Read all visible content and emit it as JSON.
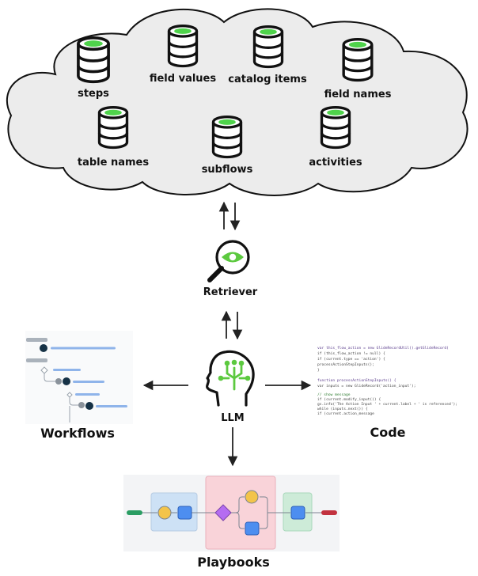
{
  "sources": {
    "steps": "steps",
    "field_values": "field values",
    "catalog_items": "catalog items",
    "field_names": "field names",
    "table_names": "table names",
    "subflows": "subflows",
    "activities": "activities"
  },
  "retriever_label": "Retriever",
  "llm_label": "LLM",
  "workflows_label": "Workflows",
  "code_label": "Code",
  "playbooks_label": "Playbooks",
  "code_lines": [
    "var this_flow_action = new GlideRecordUtil().getGlideRecord(",
    "if (this_flow_action != null) {",
    "    if (current.type == 'action') {",
    "        processActionStepInputs();",
    "}",
    "",
    "function processActionStepInputs() {",
    "    var inputs = new GlideRecord('action_input');",
    "",
    "    // show message",
    "    if (current.modify_input()) {",
    "        gs.info('The Action Input ' + current.label + ' is referenced');",
    "    while (inputs.next()) {",
    "        if (current.action_message"
  ],
  "colors": {
    "db_accent": "#4fd34b",
    "llm_accent": "#5cc93f",
    "workflow_blue": "#8fb4ea",
    "workflow_node": "#163246",
    "playbook_blue_panel": "#cde1f5",
    "playbook_pink_panel": "#f9d3d9",
    "playbook_green_panel": "#cdebd8",
    "playbook_start": "#2a9d63",
    "playbook_end": "#c2323f"
  }
}
